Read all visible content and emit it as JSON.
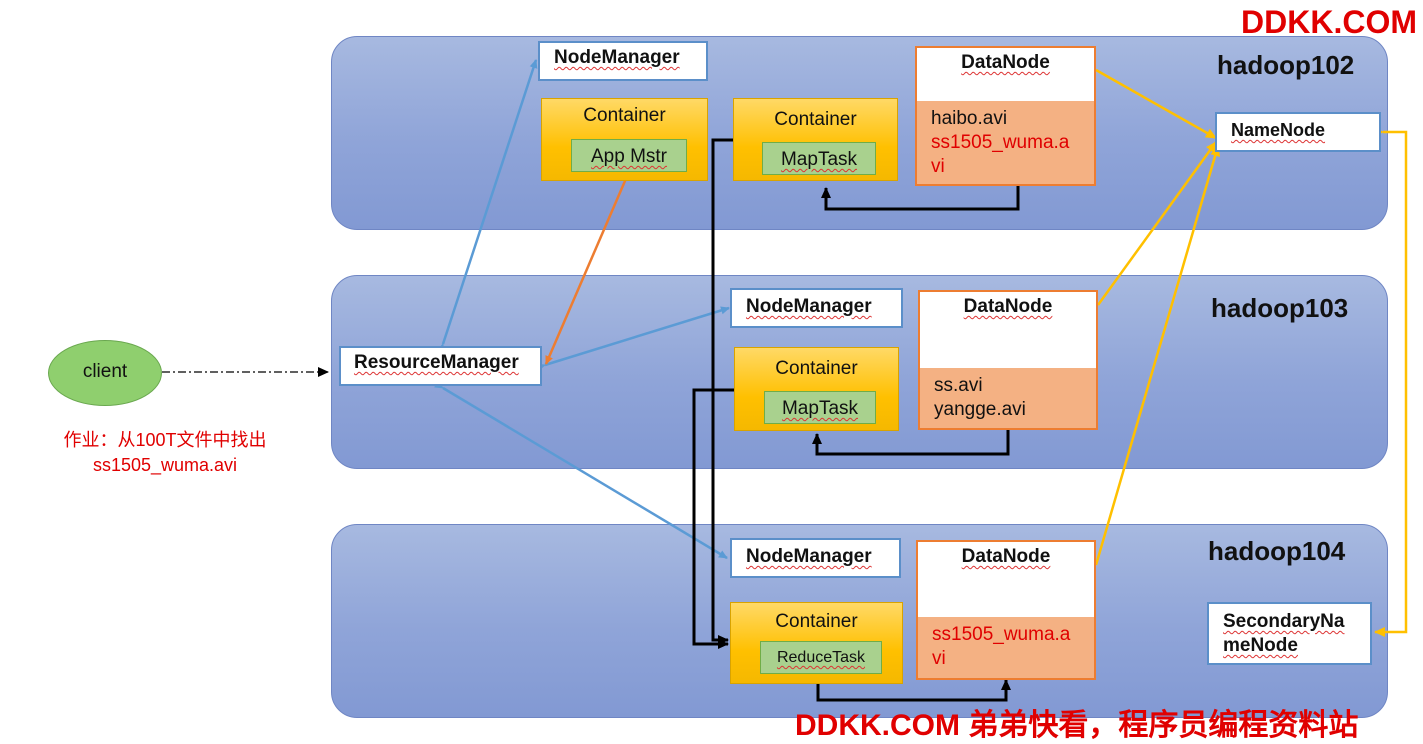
{
  "watermark": {
    "top": "DDKK.COM",
    "bottom": "DDKK.COM 弟弟快看，程序员编程资料站"
  },
  "client": {
    "label": "client"
  },
  "job": {
    "line1": "作业：从100T文件中找出",
    "line2": "ss1505_wuma.avi"
  },
  "hosts": [
    {
      "name": "hadoop102",
      "nodemanager": "NodeManager",
      "containers": [
        {
          "label": "Container",
          "task": "App Mstr"
        },
        {
          "label": "Container",
          "task": "MapTask"
        }
      ],
      "datanode": {
        "title": "DataNode",
        "files": [
          "haibo.avi"
        ],
        "red_files": [
          "ss1505_wuma.a",
          "vi"
        ]
      },
      "namenode": "NameNode"
    },
    {
      "name": "hadoop103",
      "resourcemanager": "ResourceManager",
      "nodemanager": "NodeManager",
      "containers": [
        {
          "label": "Container",
          "task": "MapTask"
        }
      ],
      "datanode": {
        "title": "DataNode",
        "files": [
          "ss.avi",
          "yangge.avi"
        ]
      }
    },
    {
      "name": "hadoop104",
      "nodemanager": "NodeManager",
      "containers": [
        {
          "label": "Container",
          "task": "ReduceTask"
        }
      ],
      "datanode": {
        "title": "DataNode",
        "red_files": [
          "ss1505_wuma.a",
          "vi"
        ]
      },
      "secondarynamenode": [
        "SecondaryNa",
        "meNode"
      ]
    }
  ],
  "colors": {
    "host_fill": "#8fa4d8",
    "arrow_blue": "#5b9bd5",
    "arrow_orange": "#ed7d31",
    "arrow_yellow": "#ffc000",
    "arrow_black": "#000000",
    "highlight_red": "#e00000"
  }
}
